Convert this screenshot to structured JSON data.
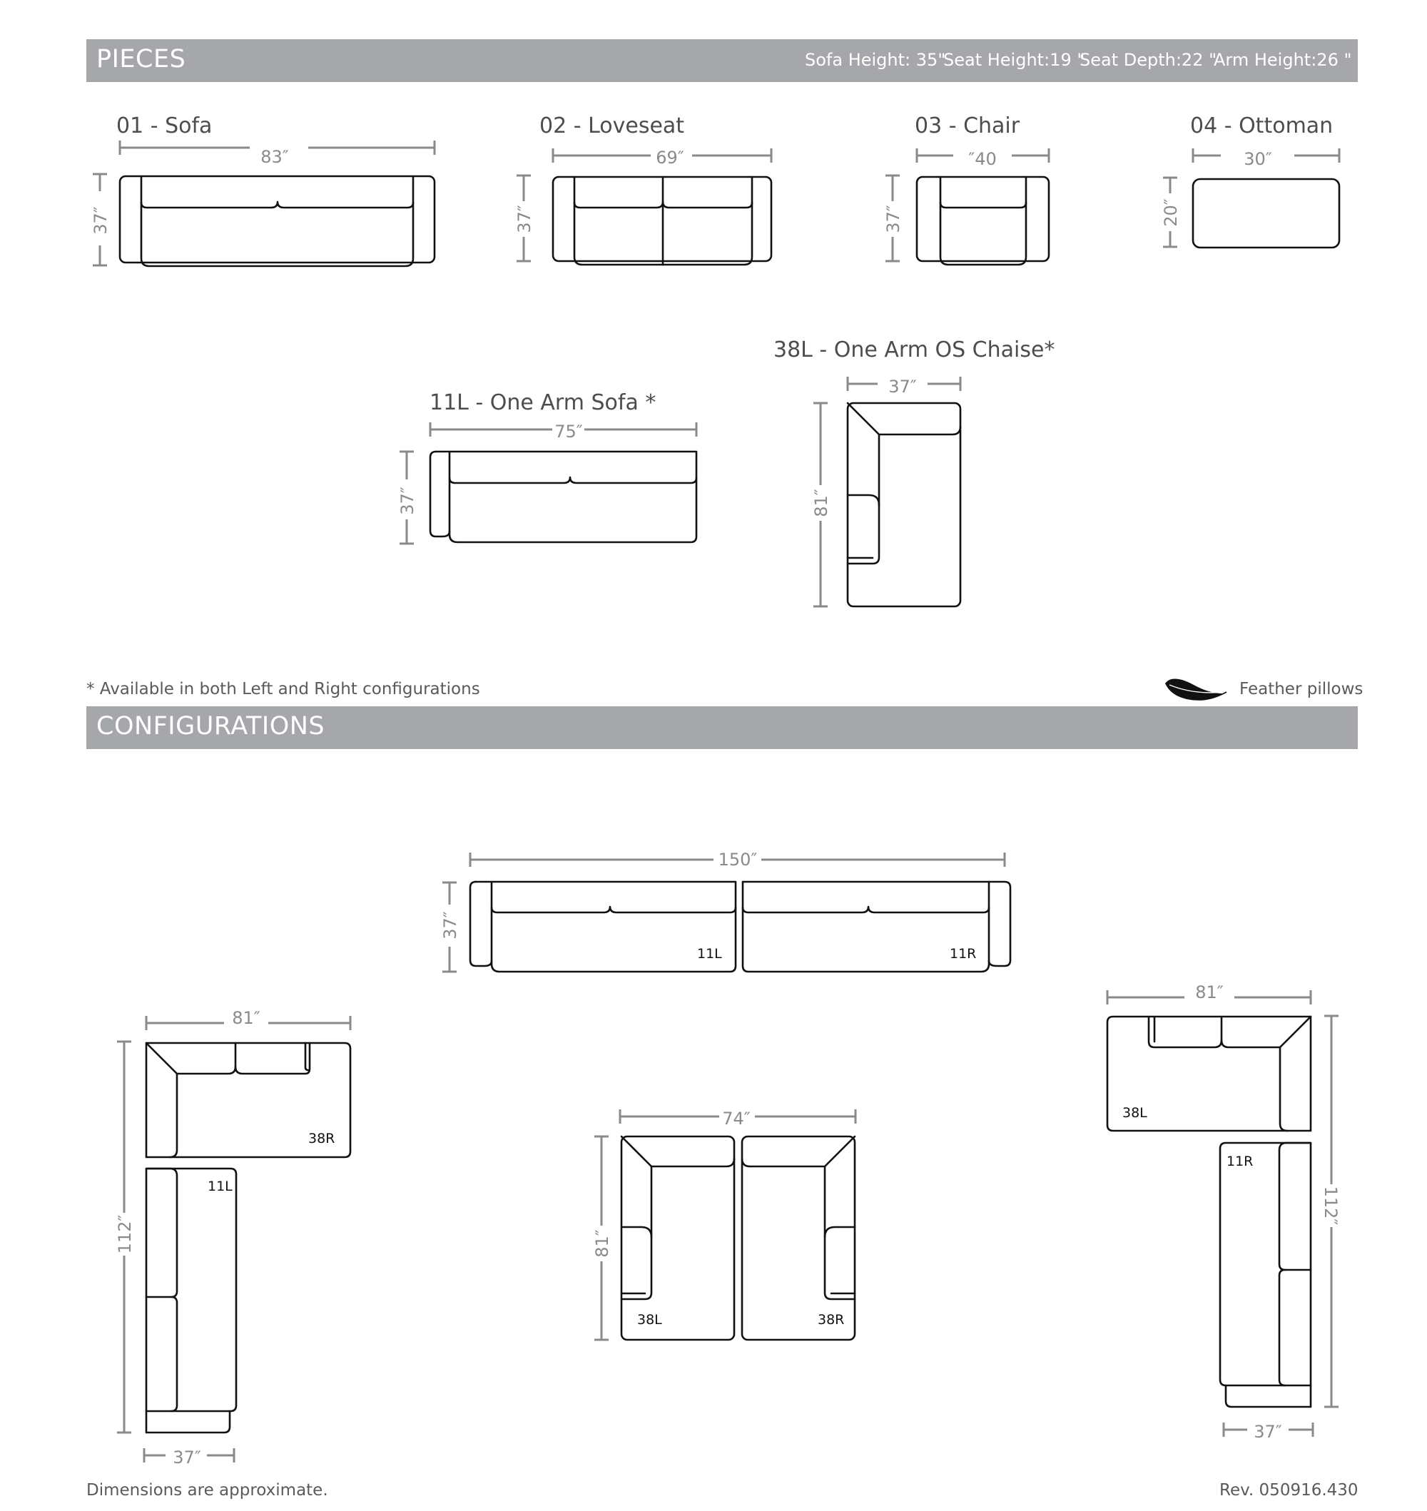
{
  "pieces_section": {
    "title": "PIECES",
    "specs": [
      "Sofa Height: 35\"",
      "Seat Height:19 \"",
      "Seat Depth:22 \"",
      "Arm Height:26 \""
    ],
    "pieces": [
      {
        "name": "01 - Sofa",
        "width": "83″",
        "depth": "37″"
      },
      {
        "name": "02 - Loveseat",
        "width": "69″",
        "depth": "37″"
      },
      {
        "name": "03 - Chair",
        "width": "″40",
        "depth": "37″"
      },
      {
        "name": "04 - Ottoman",
        "width": "30″",
        "depth": "20″"
      },
      {
        "name": "11L - One Arm Sofa *",
        "width": "75″",
        "depth": "37″"
      },
      {
        "name": "38L - One Arm OS Chaise*",
        "width": "37″",
        "depth": "81″"
      }
    ],
    "footnote": "* Available in both Left and Right configurations",
    "feature_label": "Feather pillows",
    "feature_icon": "feather-icon"
  },
  "configurations_section": {
    "title": "CONFIGURATIONS",
    "configs": [
      {
        "width": "150″",
        "depth": "37″",
        "pieces": [
          "11L",
          "11R"
        ]
      },
      {
        "width": "81″",
        "length": "112″",
        "depth": "37″",
        "pieces": [
          "38R",
          "11L"
        ]
      },
      {
        "width": "74″",
        "depth": "81″",
        "pieces": [
          "38L",
          "38R"
        ]
      },
      {
        "width": "81″",
        "length": "112″",
        "depth": "37″",
        "pieces": [
          "38L",
          "11R"
        ]
      }
    ]
  },
  "footer": {
    "left": "Dimensions are approximate.",
    "right": "Rev. 050916.430"
  }
}
